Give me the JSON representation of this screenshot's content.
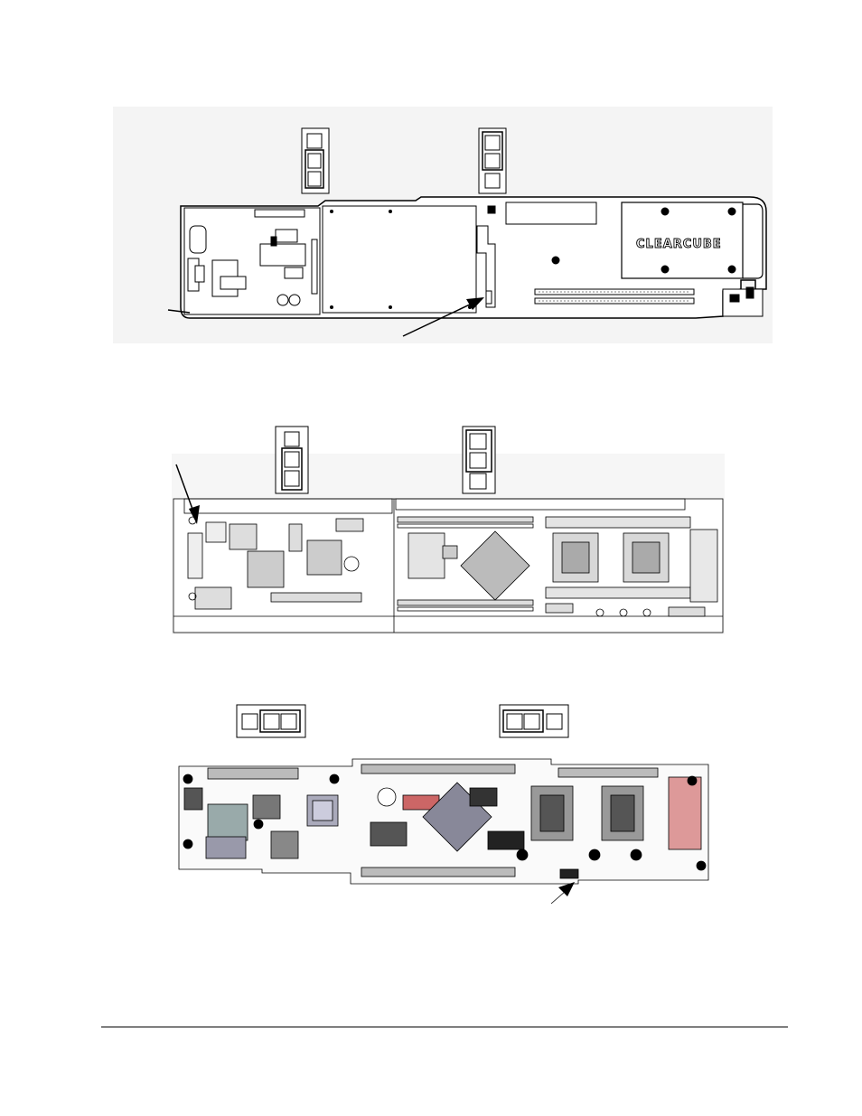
{
  "page": {
    "figures": [
      {
        "id": "figure-1",
        "logo_text": "CLEARCUBE",
        "jumper_orientation": "vertical",
        "jumper_count": 2
      },
      {
        "id": "figure-2",
        "jumper_orientation": "vertical",
        "jumper_count": 2
      },
      {
        "id": "figure-3",
        "jumper_orientation": "horizontal",
        "jumper_count": 2
      }
    ],
    "footer_rule": true
  }
}
